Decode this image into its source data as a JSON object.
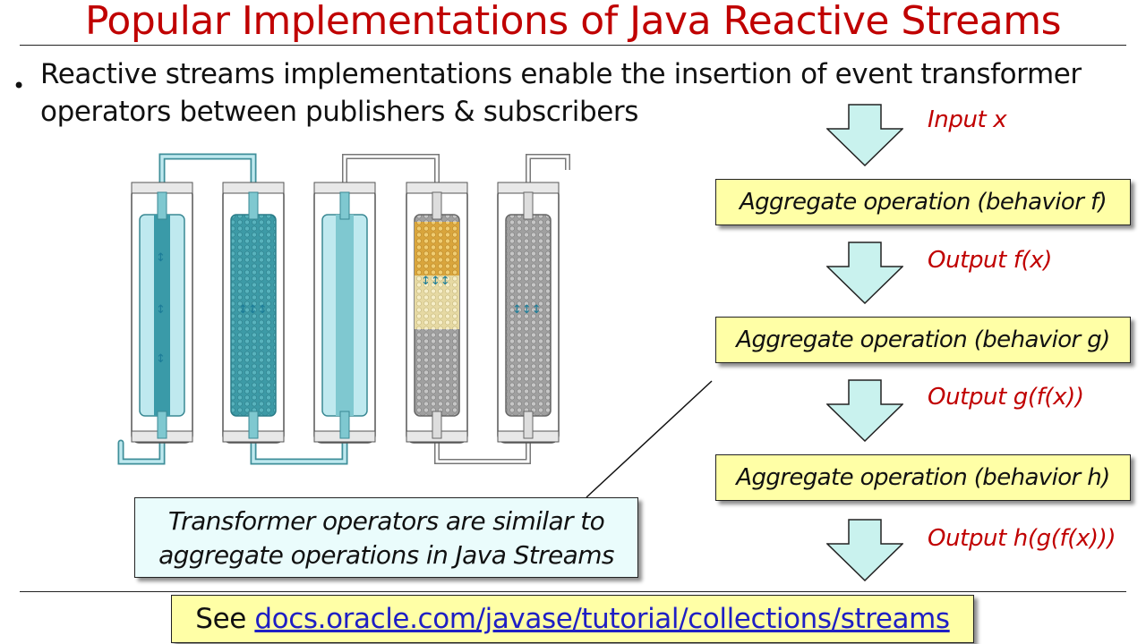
{
  "slide": {
    "title": "Popular Implementations of Java Reactive Streams",
    "bullet": "Reactive streams implementations enable the insertion of event transformer operators between publishers & subscribers"
  },
  "flow": {
    "input_label": "Input x",
    "steps": [
      {
        "box": "Aggregate operation (behavior f)",
        "output": "Output f(x)"
      },
      {
        "box": "Aggregate operation (behavior g)",
        "output": "Output g(f(x))"
      },
      {
        "box": "Aggregate operation (behavior h)",
        "output": "Output h(g(f(x)))"
      }
    ]
  },
  "callout": {
    "line1": "Transformer operators are similar to",
    "line2": "aggregate operations in Java Streams"
  },
  "footer": {
    "prefix": "See ",
    "link": "docs.oracle.com/javase/tutorial/collections/streams"
  },
  "illustration": {
    "description_icon": "chromatography-columns-illustration",
    "colors": {
      "teal": "#3a9aa8",
      "light_cyan": "#bfe9ef",
      "gold": "#e9c15a",
      "gray": "#a9a9a9"
    }
  },
  "colors": {
    "title_red": "#c00000",
    "box_yellow": "#ffffa6",
    "callout_bg": "#eafcfc",
    "arrow_fill": "#c9f2ee",
    "link_blue": "#1f1fc4"
  }
}
